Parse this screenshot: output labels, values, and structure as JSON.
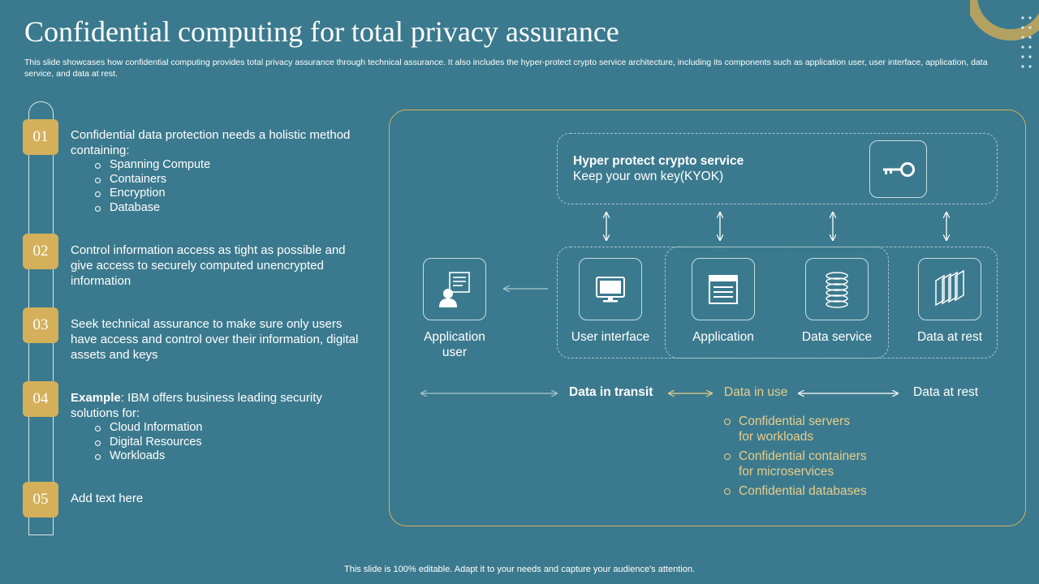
{
  "header": {
    "title": "Confidential computing for total privacy assurance",
    "subtitle": "This slide showcases how confidential computing provides total privacy assurance through technical assurance. It also includes the hyper-protect crypto service architecture, including its components such as application user, user interface, application, data service, and data at rest."
  },
  "steps": [
    {
      "number": "01",
      "text": "Confidential data protection needs a holistic method containing:",
      "bullets": [
        "Spanning Compute",
        "Containers",
        "Encryption",
        "Database"
      ]
    },
    {
      "number": "02",
      "text": "Control information access as tight as possible and give access to securely computed unencrypted  information"
    },
    {
      "number": "03",
      "text": "Seek technical assurance to make sure only users have access and control over their information, digital assets and keys"
    },
    {
      "number": "04",
      "bold_prefix": "Example",
      "text": ": IBM offers business leading security solutions for:",
      "bullets": [
        "Cloud Information",
        "Digital Resources",
        "Workloads"
      ]
    },
    {
      "number": "05",
      "text": "Add text here"
    }
  ],
  "diagram": {
    "hyper_title": "Hyper protect crypto service",
    "hyper_subtitle": "Keep your own key(KYOK)",
    "components": {
      "app_user": "Application user",
      "user_interface": "User interface",
      "application": "Application",
      "data_service": "Data service",
      "data_at_rest": "Data at rest"
    },
    "flow": {
      "in_transit": "Data in transit",
      "in_use": "Data in use",
      "at_rest": "Data at rest"
    },
    "uses": [
      "Confidential servers for workloads",
      "Confidential containers for microservices",
      "Confidential databases"
    ],
    "icons": [
      "key-icon",
      "user-icon",
      "monitor-icon",
      "window-icon",
      "database-icon",
      "layers-icon"
    ]
  },
  "footer": "This slide is 100% editable. Adapt it to your needs and capture your audience's attention.",
  "colors": {
    "background": "#3b7a8e",
    "accent": "#d4b05a",
    "use_text": "#e8cd8a"
  }
}
